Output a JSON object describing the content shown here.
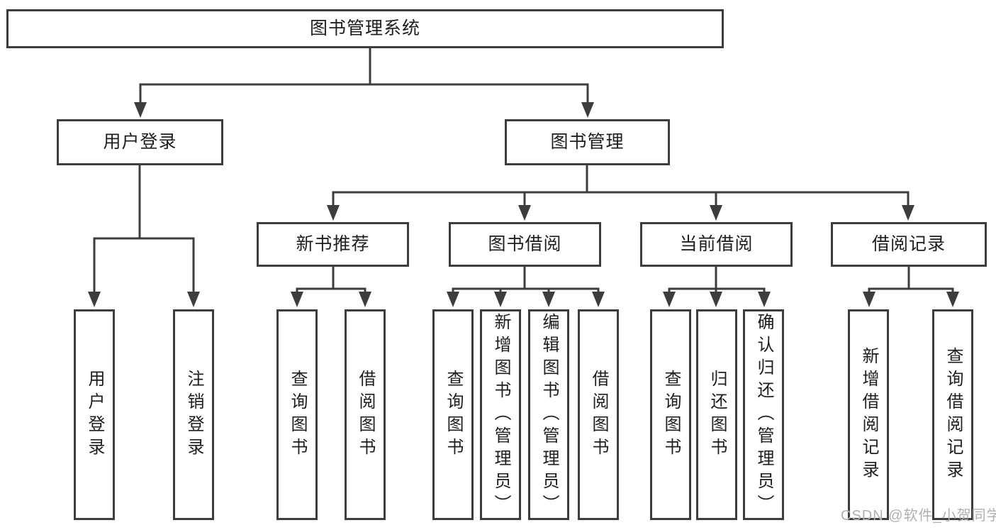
{
  "diagram": {
    "root": {
      "label": "图书管理系统"
    },
    "branches": [
      {
        "label": "用户登录",
        "children": [
          {
            "label": "用户登录"
          },
          {
            "label": "注销登录"
          }
        ]
      },
      {
        "label": "图书管理",
        "sections": [
          {
            "label": "新书推荐",
            "children": [
              {
                "label": "查询图书"
              },
              {
                "label": "借阅图书"
              }
            ]
          },
          {
            "label": "图书借阅",
            "children": [
              {
                "label": "查询图书"
              },
              {
                "label": "新增图书（管理员）"
              },
              {
                "label": "编辑图书（管理员）"
              },
              {
                "label": "借阅图书"
              }
            ]
          },
          {
            "label": "当前借阅",
            "children": [
              {
                "label": "查询图书"
              },
              {
                "label": "归还图书"
              },
              {
                "label": "确认归还（管理员）"
              }
            ]
          },
          {
            "label": "借阅记录",
            "children": [
              {
                "label": "新增借阅记录"
              },
              {
                "label": "查询借阅记录"
              }
            ]
          }
        ]
      }
    ]
  },
  "watermark": {
    "text": "CSDN @软件_小贺同学"
  },
  "colors": {
    "line": "#3d3d3d",
    "border": "#3d3d3d",
    "text": "#1e1e1e",
    "background": "#ffffff",
    "watermark": "#b0b0b0"
  }
}
